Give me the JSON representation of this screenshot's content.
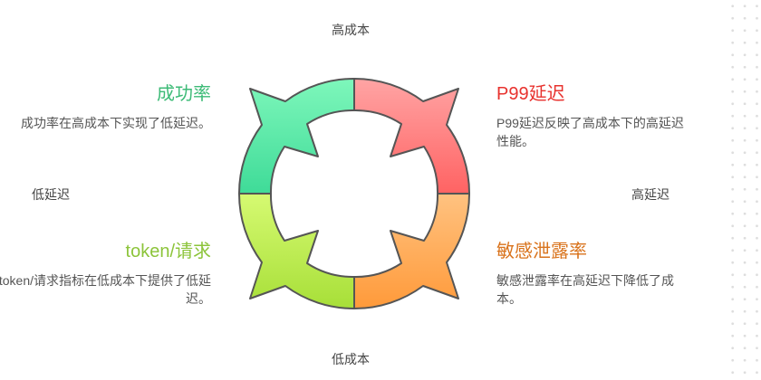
{
  "axes": {
    "top": "高成本",
    "bottom": "低成本",
    "left": "低延迟",
    "right": "高延迟"
  },
  "quadrants": [
    {
      "title": "成功率",
      "desc": "成功率在高成本下实现了低延迟。",
      "color": "#3dbb77",
      "grad": [
        "#7ef7bb",
        "#3fdb98"
      ]
    },
    {
      "title": "P99延迟",
      "desc": "P99延迟反映了高成本下的高延迟性能。",
      "color": "#e8322e",
      "grad": [
        "#ffa4a4",
        "#ff6363"
      ]
    },
    {
      "title": "敏感泄露率",
      "desc": "敏感泄露率在高延迟下降低了成本。",
      "color": "#d9731c",
      "grad": [
        "#ffc280",
        "#ff9a3a"
      ]
    },
    {
      "title": "token/请求",
      "desc": "token/请求指标在低成本下提供了低延迟。",
      "color": "#8cc43a",
      "grad": [
        "#d6fa72",
        "#a7df38"
      ]
    }
  ]
}
